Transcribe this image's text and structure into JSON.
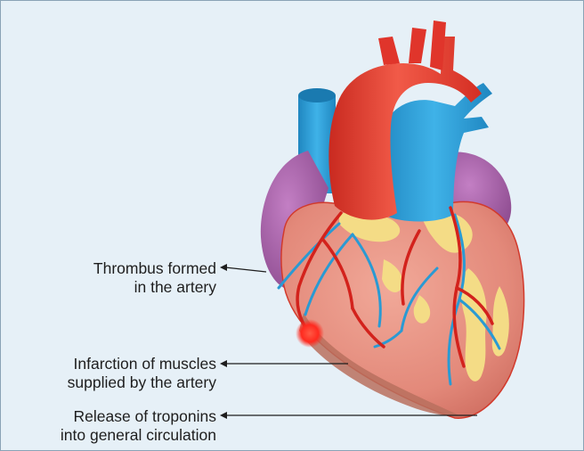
{
  "labels": {
    "thrombus": {
      "line1": "Thrombus formed",
      "line2": "in the artery"
    },
    "infarction": {
      "line1": "Infarction of muscles",
      "line2": "supplied by the artery"
    },
    "troponins": {
      "line1": "Release of troponins",
      "line2": "into general circulation"
    }
  },
  "colors": {
    "background": "#e6f0f7",
    "border": "#8aa3b6",
    "aorta": "#e0352b",
    "pulmonary_artery": "#2a9ad3",
    "atria": "#a663a8",
    "myocardium": "#e3897a",
    "fat": "#f4dc86",
    "coronary_artery": "#d3221c",
    "coronary_vein": "#2a9ad3",
    "thrombus": "#ff2a1f",
    "infarct_zone": "#b8705e",
    "text": "#1e1e1e"
  },
  "icons": [
    "heart-illustration",
    "arrow-left-icon"
  ]
}
